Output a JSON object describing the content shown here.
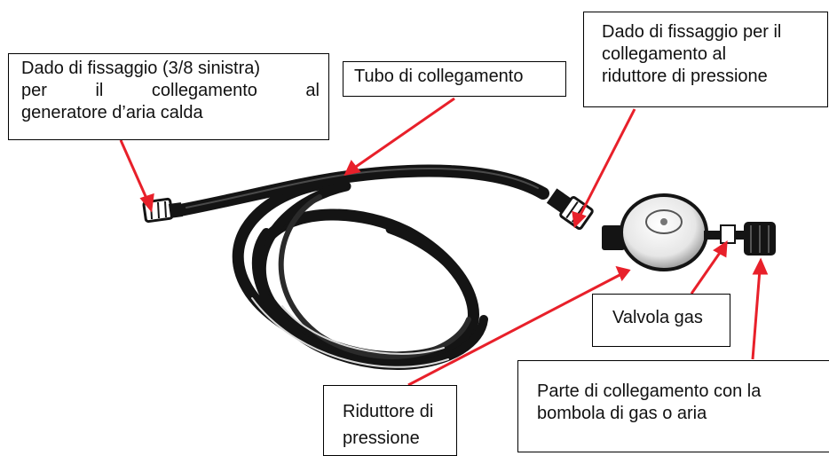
{
  "figure": {
    "labels": {
      "nut_left": [
        "Dado di fissaggio (3/8 sinistra)",
        "per il collegamento al",
        "generatore d’aria calda"
      ],
      "tube": "Tubo di collegamento",
      "nut_right": [
        "Dado di fissaggio per il",
        "collegamento al",
        "riduttore di pressione"
      ],
      "valve": "Valvola gas",
      "reducer": [
        "Riduttore di",
        "pressione"
      ],
      "connection": [
        "Parte di collegamento con la",
        "bombola di gas o aria"
      ]
    },
    "colors": {
      "arrow": "#e8202a",
      "hose": "#141414",
      "box_border": "#000000",
      "text": "#111111"
    }
  }
}
